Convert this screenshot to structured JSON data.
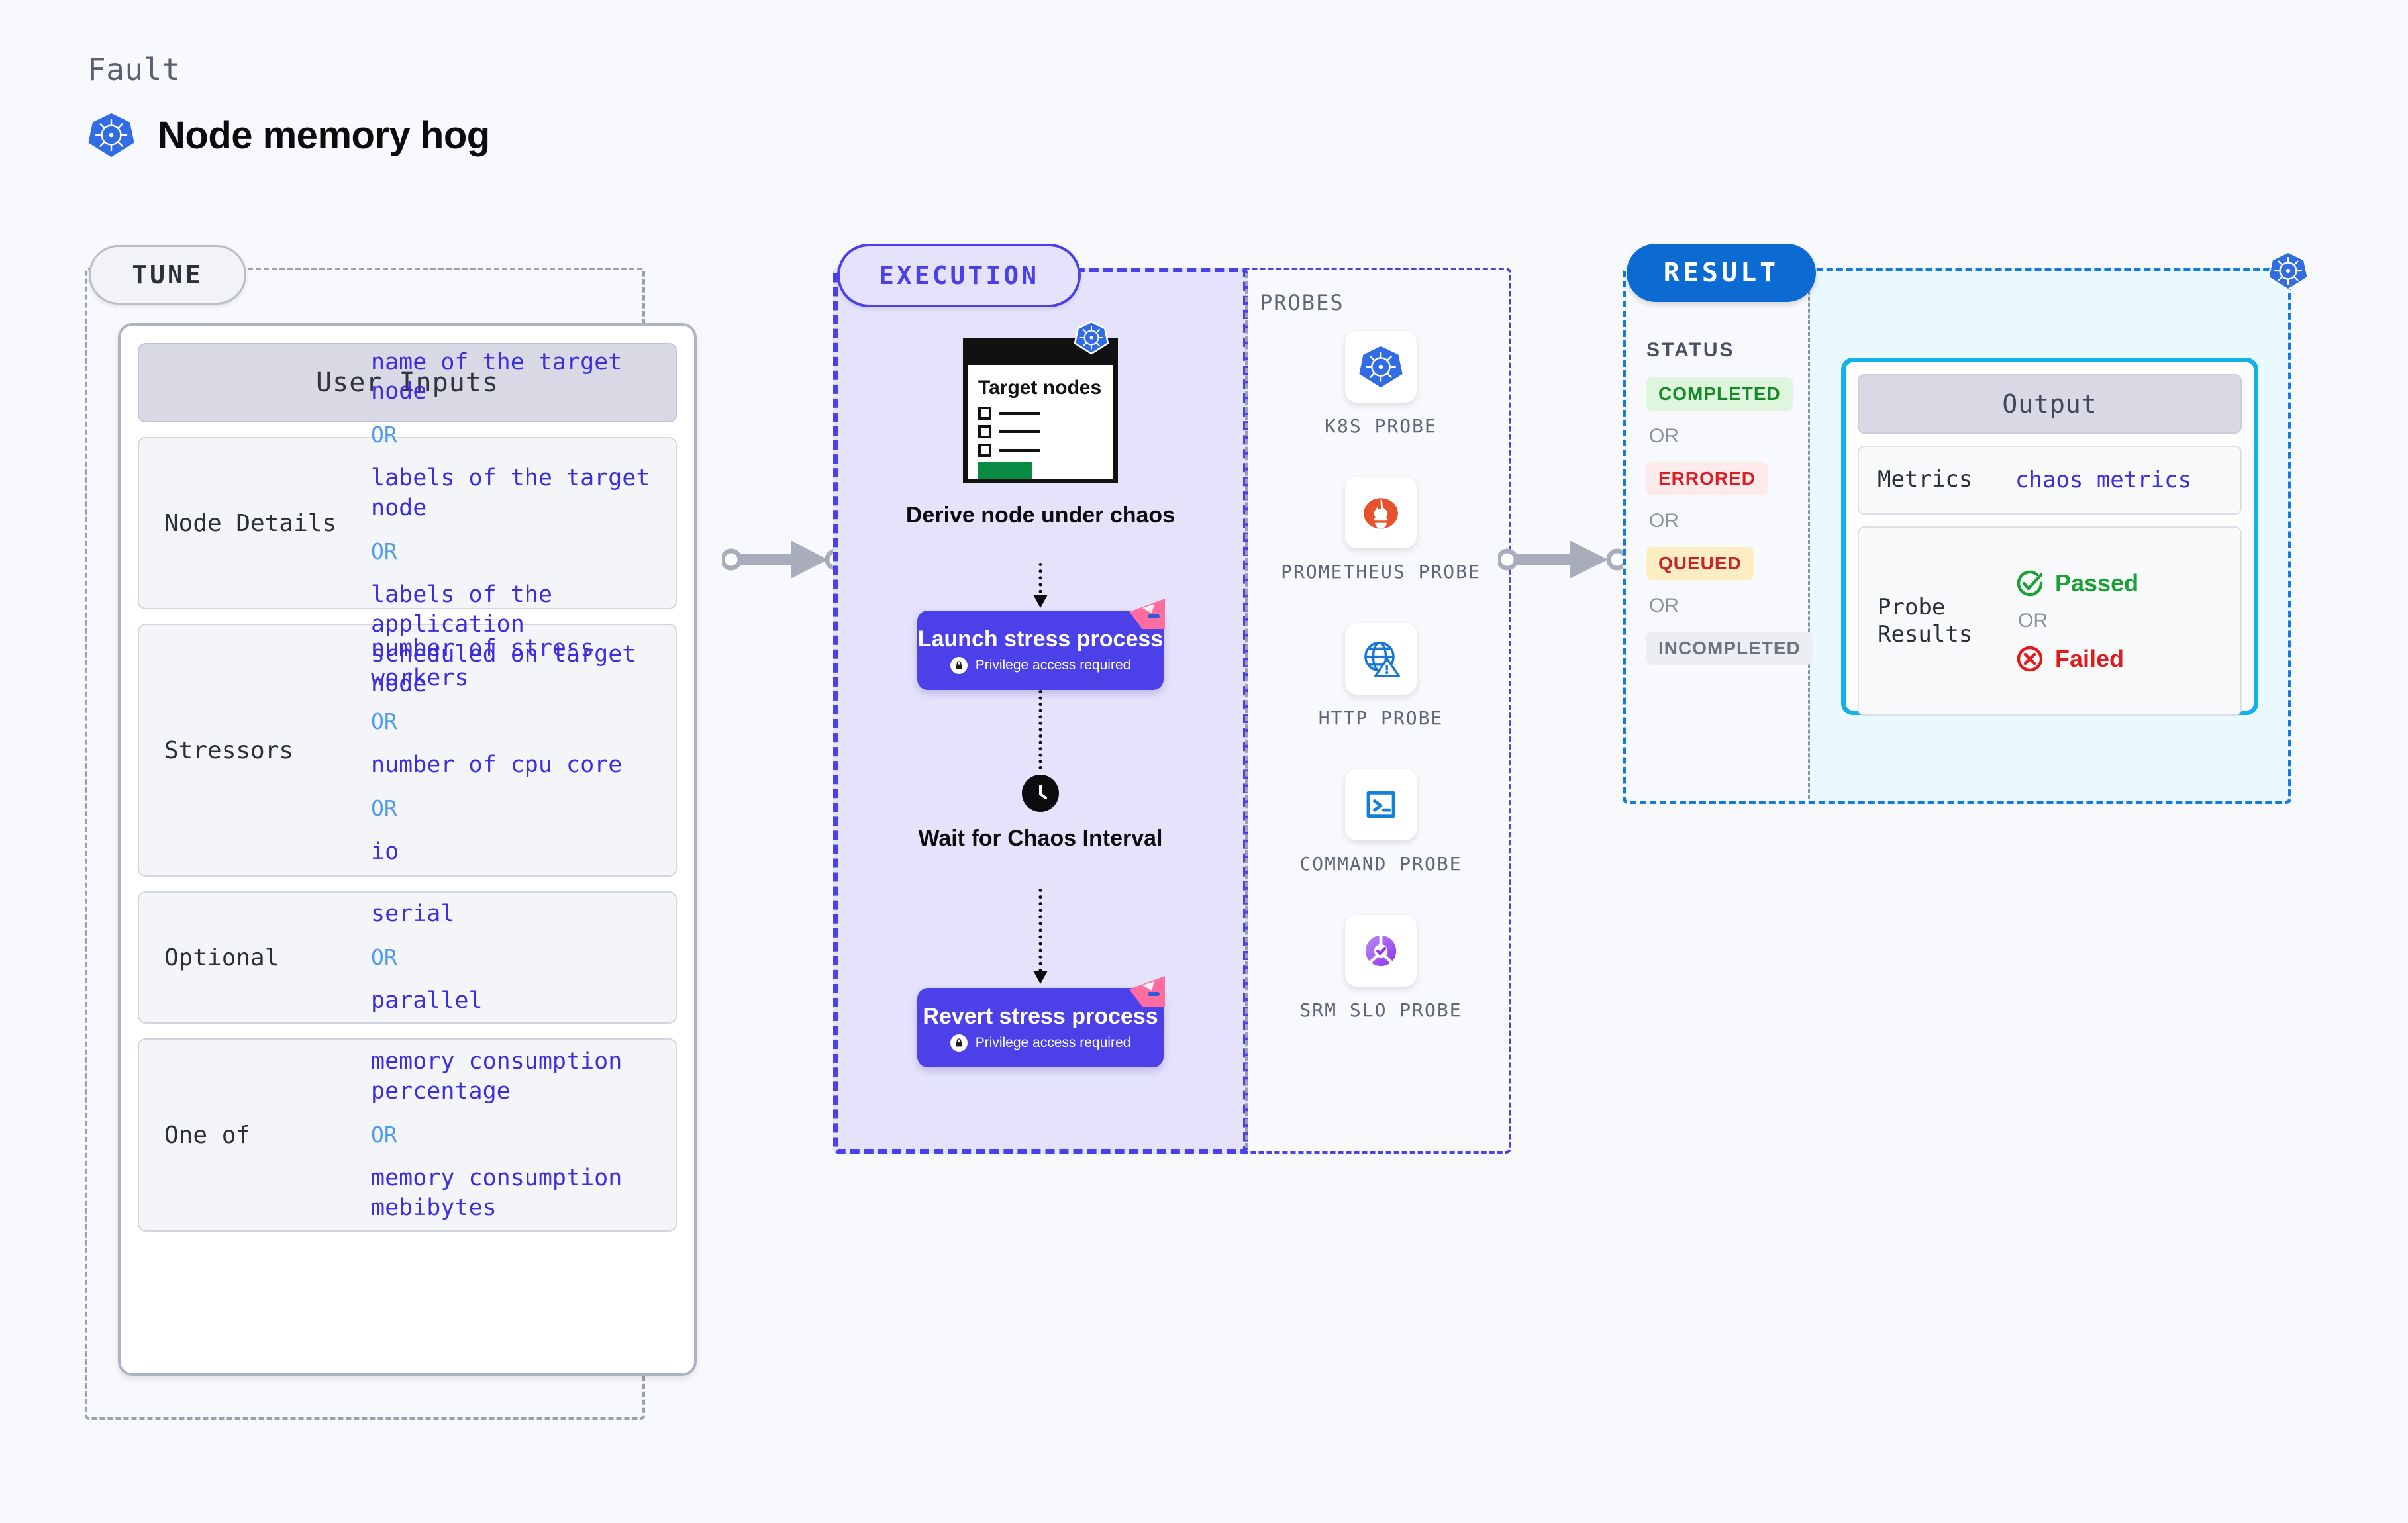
{
  "header": {
    "fault_label": "Fault",
    "title": "Node memory hog",
    "icon": "kubernetes-icon"
  },
  "tune": {
    "pill_label": "TUNE",
    "card_title": "User Inputs",
    "groups": [
      {
        "label": "Node Details",
        "values": [
          "name of the target node",
          "labels of the target node",
          "labels of the application scheduled on target node"
        ],
        "separator": "OR"
      },
      {
        "label": "Stressors",
        "values": [
          "number of stress workers",
          "number of cpu core",
          "io"
        ],
        "separator": "OR"
      },
      {
        "label": "Optional",
        "values": [
          "serial",
          "parallel"
        ],
        "separator": "OR"
      },
      {
        "label": "One of",
        "values": [
          "memory consumption percentage",
          "memory consumption mebibytes"
        ],
        "separator": "OR"
      }
    ]
  },
  "execution": {
    "pill_label": "EXECUTION",
    "target_card": {
      "title": "Target nodes",
      "icon": "kubernetes-icon",
      "row_count": 3,
      "button_color": "#0a8b43"
    },
    "steps": [
      {
        "label": "Derive node under chaos",
        "type": "derive"
      },
      {
        "label": "Launch stress process",
        "sub": "Privilege access required",
        "icon": "lock-icon",
        "type": "process"
      },
      {
        "label": "Wait for Chaos Interval",
        "icon": "clock-icon",
        "type": "wait"
      },
      {
        "label": "Revert stress process",
        "sub": "Privilege access required",
        "icon": "lock-icon",
        "type": "process"
      }
    ],
    "probes_title": "PROBES",
    "probes": [
      {
        "name": "K8S PROBE",
        "icon": "kubernetes-icon"
      },
      {
        "name": "PROMETHEUS PROBE",
        "icon": "prometheus-flame-icon"
      },
      {
        "name": "HTTP PROBE",
        "icon": "globe-warning-icon"
      },
      {
        "name": "COMMAND PROBE",
        "icon": "terminal-icon"
      },
      {
        "name": "SRM SLO PROBE",
        "icon": "slo-donut-check-icon"
      }
    ]
  },
  "result": {
    "pill_label": "RESULT",
    "status_title": "STATUS",
    "separator": "OR",
    "statuses": [
      {
        "label": "COMPLETED",
        "color": "#158a27",
        "bg": "#ddf6dd"
      },
      {
        "label": "ERRORED",
        "color": "#d61f26",
        "bg": "#fdeaea"
      },
      {
        "label": "QUEUED",
        "color": "#c4252b",
        "bg": "#fdeec2"
      },
      {
        "label": "INCOMPLETED",
        "color": "#6b7280",
        "bg": "#eceef3"
      }
    ],
    "output": {
      "title": "Output",
      "metrics_label": "Metrics",
      "metrics_value": "chaos metrics",
      "probe_results_label": "Probe Results",
      "passed_label": "Passed",
      "failed_label": "Failed",
      "separator": "OR",
      "passed_color": "#19a233",
      "failed_color": "#e01b1b"
    },
    "icon": "kubernetes-icon"
  },
  "colors": {
    "indigo": "#4c41e8",
    "blue": "#0b6bd3",
    "cyan": "#12b2e8",
    "value_text": "#3b2ee0",
    "or_text": "#4f9bf0"
  }
}
